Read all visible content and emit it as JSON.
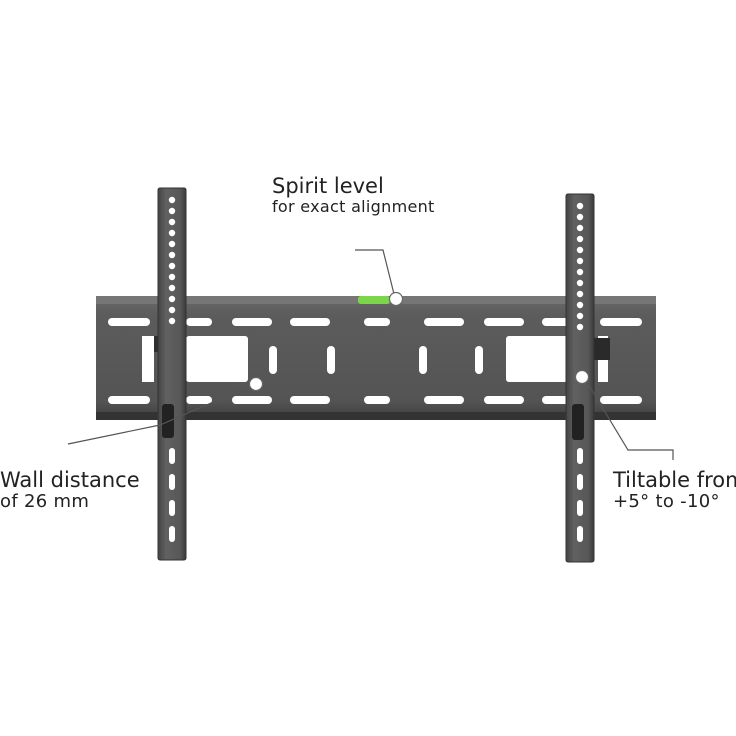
{
  "annotations": {
    "spirit_level": {
      "title": "Spirit level",
      "detail": "for exact alignment"
    },
    "wall_distance": {
      "title": "Wall distance",
      "detail": "of 26 mm"
    },
    "tiltable": {
      "title": "Tiltable from",
      "detail": "+5° to -10°"
    }
  },
  "colors": {
    "plate": "#5a5a5a",
    "plate_dark": "#3e3e3e",
    "arm": "#585858",
    "arm_edge": "#333333",
    "slot": "#ffffff",
    "callout_line": "#555555",
    "callout_dot": "#ffffff",
    "bubble": "#7cd64a"
  },
  "icons": [
    "spirit-level-bubble"
  ]
}
